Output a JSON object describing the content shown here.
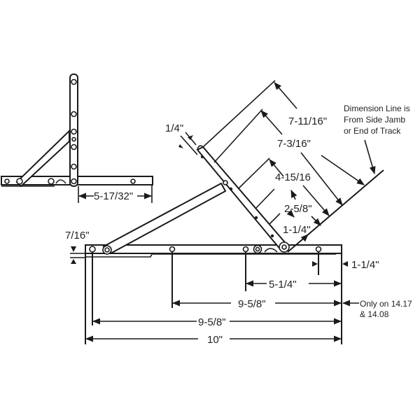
{
  "diagram": {
    "title": "Casement window hinge dimension diagram",
    "colors": {
      "line": "#1a1a1a",
      "background": "#ffffff",
      "text": "#222222"
    },
    "inset": {
      "width_label": "5-17/32\""
    },
    "arm_dimensions": {
      "arm_width": "1/4\"",
      "d1": "7-11/16\"",
      "d2": "7-3/16\"",
      "d3": "4-15/16",
      "d4": "2-5/8\"",
      "d5": "1-1/4\""
    },
    "note": {
      "line1": "Dimension Line is",
      "line2": "From Side Jamb",
      "line3": "or End of Track"
    },
    "track_dimensions": {
      "height": "7/16\"",
      "end_offset": "1-1/4\"",
      "hole_span_short": "5-1/4\"",
      "hole_span_mid": "9-5/8\"",
      "hole_span_long": "9-5/8\"",
      "overall": "10\""
    },
    "only_note": {
      "line1": "Only on 14.17",
      "line2": "& 14.08"
    }
  }
}
